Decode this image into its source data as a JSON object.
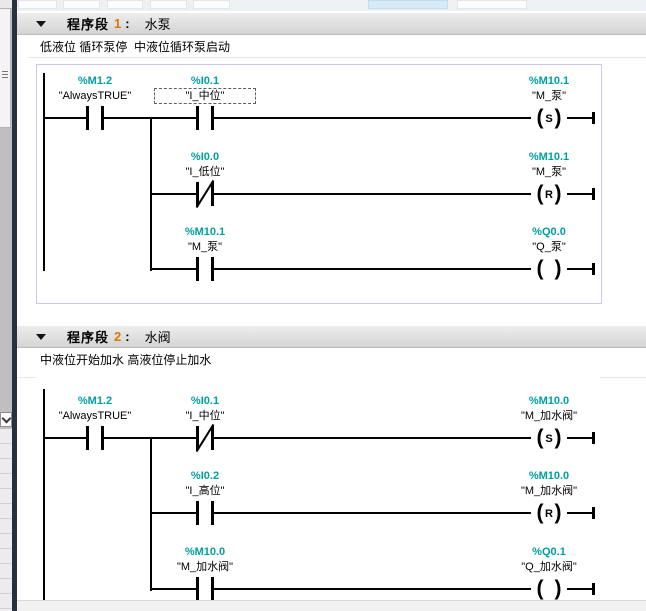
{
  "icons": {
    "collapse_arrow": "triangle-down",
    "chevron_down": "chevron-down",
    "scrollbar_grip": "grip-lines"
  },
  "colors": {
    "operand_address_teal": "#00A0A0",
    "network_number_orange": "#D77A00",
    "selection_border_lavender": "#C9C9E6",
    "sidebar_dark": "#27313F",
    "header_gray": "#D9D9D9"
  },
  "networks": [
    {
      "header": {
        "prefix": "程序段",
        "number": "1",
        "colon": ":",
        "title": "水泵"
      },
      "comment": "低液位 循环泵停  中液位循环泵启动",
      "rows": [
        {
          "c1": {
            "address": "%M1.2",
            "name": "\"AlwaysTRUE\"",
            "type": "no"
          },
          "c2": {
            "address": "%I0.1",
            "name": "\"I_中位\"",
            "type": "no",
            "selected": true
          },
          "coil": {
            "address": "%M10.1",
            "name": "\"M_泵\"",
            "letter": "S"
          }
        },
        {
          "c2": {
            "address": "%I0.0",
            "name": "\"I_低位\"",
            "type": "nc"
          },
          "coil": {
            "address": "%M10.1",
            "name": "\"M_泵\"",
            "letter": "R"
          }
        },
        {
          "c2": {
            "address": "%M10.1",
            "name": "\"M_泵\"",
            "type": "no"
          },
          "coil": {
            "address": "%Q0.0",
            "name": "\"Q_泵\"",
            "letter": ""
          }
        }
      ]
    },
    {
      "header": {
        "prefix": "程序段",
        "number": "2",
        "colon": ":",
        "title": "水阀"
      },
      "comment": "中液位开始加水 高液位停止加水",
      "rows": [
        {
          "c1": {
            "address": "%M1.2",
            "name": "\"AlwaysTRUE\"",
            "type": "no"
          },
          "c2": {
            "address": "%I0.1",
            "name": "\"I_中位\"",
            "type": "nc"
          },
          "coil": {
            "address": "%M10.0",
            "name": "\"M_加水阀\"",
            "letter": "S"
          }
        },
        {
          "c2": {
            "address": "%I0.2",
            "name": "\"I_高位\"",
            "type": "no"
          },
          "coil": {
            "address": "%M10.0",
            "name": "\"M_加水阀\"",
            "letter": "R"
          }
        },
        {
          "c2": {
            "address": "%M10.0",
            "name": "\"M_加水阀\"",
            "type": "no"
          },
          "coil": {
            "address": "%Q0.1",
            "name": "\"Q_加水阀\"",
            "letter": ""
          }
        }
      ]
    }
  ]
}
